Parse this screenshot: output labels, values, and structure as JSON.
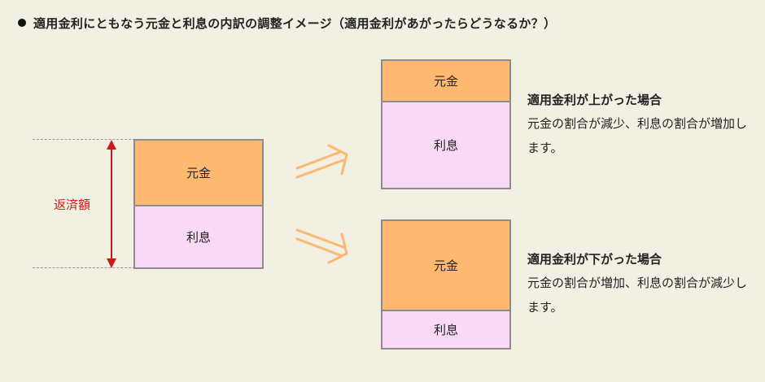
{
  "title": "適用金利にともなう元金と利息の内訳の調整イメージ（適用金利があがったらどうなるか？）",
  "left_block": {
    "principal_label": "元金",
    "interest_label": "利息",
    "repayment_label": "返済額"
  },
  "top_block": {
    "principal_label": "元金",
    "interest_label": "利息",
    "heading": "適用金利が上がった場合",
    "description": "元金の割合が減少、利息の割合が増加します。"
  },
  "bottom_block": {
    "principal_label": "元金",
    "interest_label": "利息",
    "heading": "適用金利が下がった場合",
    "description": "元金の割合が増加、利息の割合が減少します。"
  },
  "colors": {
    "principal": "#ffb870",
    "interest": "#f9d9f6",
    "arrow": "#ffb870",
    "repayment_arrow": "#cc1a1a",
    "background": "#f2efe3"
  },
  "icons": {
    "bullet": "filled-circle",
    "transition_arrows": "double-line-arrow"
  }
}
